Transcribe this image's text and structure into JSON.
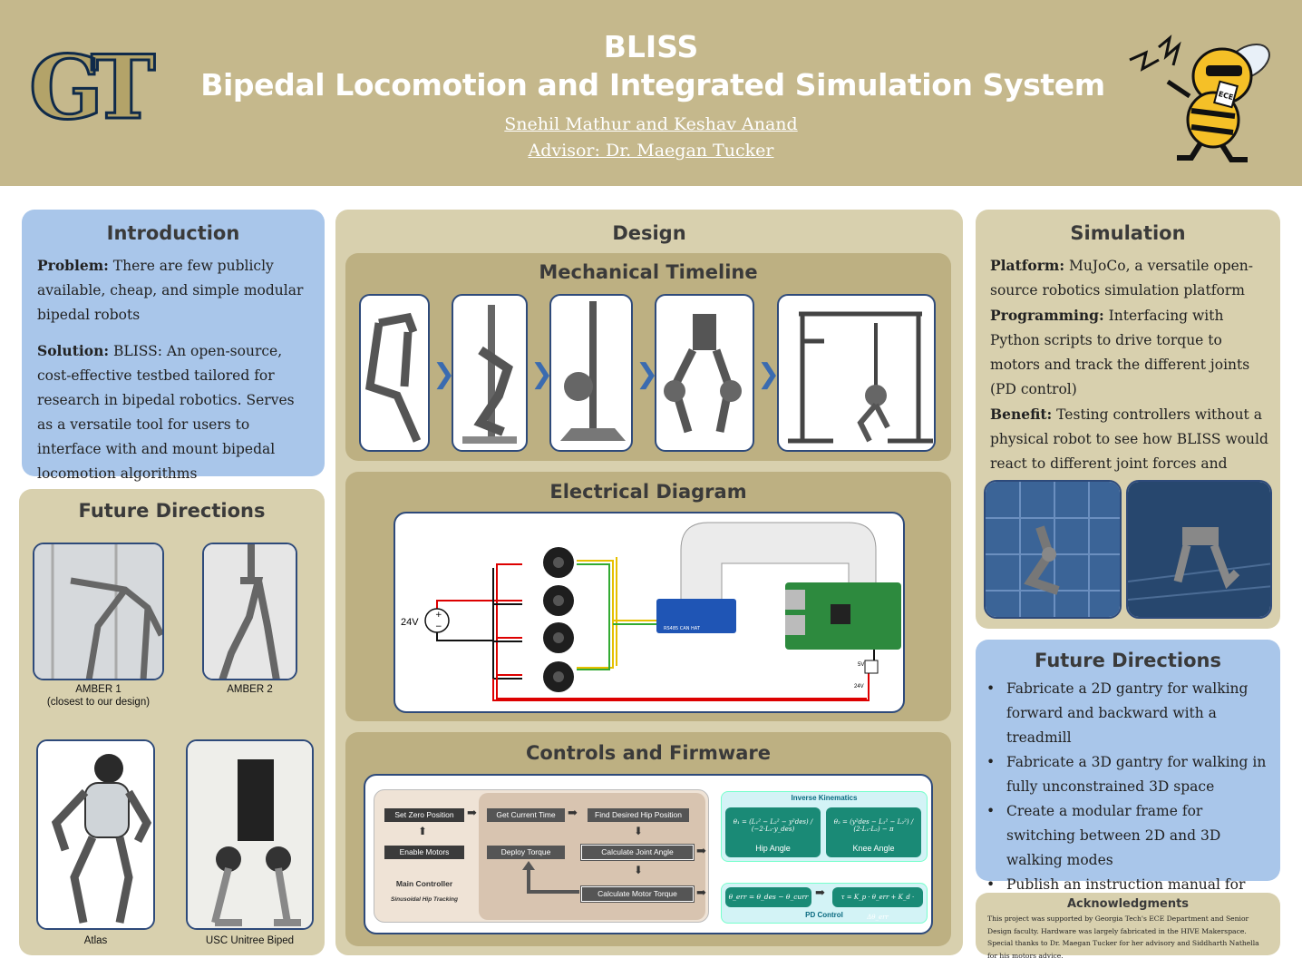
{
  "header": {
    "title": "BLISS",
    "subtitle": "Bipedal Locomotion and Integrated Simulation System",
    "authors": "Snehil Mathur and Keshav Anand",
    "advisor": "Advisor: Dr. Maegan Tucker",
    "logo_text": "GT",
    "mascot_badge": "ECE"
  },
  "introduction": {
    "heading": "Introduction",
    "problem_label": "Problem:",
    "problem_text": " There are few publicly available, cheap, and simple modular bipedal robots",
    "solution_label": "Solution:",
    "solution_text": " BLISS: An open-source, cost-effective testbed tailored for research in bipedal robotics. Serves as a versatile tool for users to interface with and mount bipedal locomotion algorithms"
  },
  "future_left": {
    "heading": "Future Directions",
    "robots": [
      {
        "name": "AMBER 1",
        "note": "(closest to our design)"
      },
      {
        "name": "AMBER 2",
        "note": ""
      },
      {
        "name": "Atlas",
        "note": ""
      },
      {
        "name": "USC Unitree Biped",
        "note": ""
      }
    ]
  },
  "design": {
    "heading": "Design",
    "mech_heading": "Mechanical Timeline",
    "elec_heading": "Electrical Diagram",
    "elec_voltage": "24V",
    "elec_hat_label": "RS485 CAN HAT",
    "elec_5v": "5V",
    "elec_24v": "24V",
    "controls_heading": "Controls and Firmware",
    "flow": {
      "set_zero": "Set Zero Position",
      "enable": "Enable Motors",
      "main_controller": "Main Controller",
      "main_sub": "Sinusoidal Hip Tracking",
      "get_time": "Get Current Time",
      "find_hip": "Find Desired Hip Position",
      "deploy": "Deploy Torque",
      "calc_joint": "Calculate Joint Angle",
      "calc_torque": "Calculate Motor Torque",
      "ik_title": "Inverse Kinematics",
      "hip_angle": "Hip Angle",
      "knee_angle": "Knee Angle",
      "pd_title": "PD Control",
      "eq_hip": "θ₁ = (L₁² − L₂² − y²des) / (−2·L₁·y_des)",
      "eq_knee": "θ₂ = (y²des − L₁² − L₂²) / (2·L₁·L₂) − π",
      "eq_err": "θ_err = θ_des − θ_curr",
      "eq_tau": "τ = K_p · θ_err + K_d · Δθ_err"
    }
  },
  "simulation": {
    "heading": "Simulation",
    "platform_label": "Platform:",
    "platform_text": " MuJoCo, a versatile open-source robotics simulation platform",
    "programming_label": "Programming:",
    "programming_text": " Interfacing with Python scripts to drive torque to motors and track the different joints (PD control)",
    "benefit_label": "Benefit:",
    "benefit_text": " Testing controllers without a physical robot to see how BLISS would react to different joint forces and trajectories."
  },
  "future_right": {
    "heading": "Future Directions",
    "items": [
      "Fabricate a 2D gantry for walking forward and backward with a treadmill",
      "Fabricate a 3D gantry for walking in fully unconstrained 3D space",
      "Create a modular frame for switching between 2D and 3D walking modes",
      "Publish an instruction manual for assembling and programming the robot"
    ]
  },
  "acknowledgments": {
    "heading": "Acknowledgments",
    "text": "This project was supported by Georgia Tech's ECE Department and Senior Design faculty. Hardware was largely fabricated in the HIVE Makerspace. Special thanks to Dr. Maegan Tucker for her advisory and Siddharth Nathella for his motors advice."
  },
  "colors": {
    "header": "#c5b88c",
    "blue_panel": "#a9c6ea",
    "tan_panel": "#d8d0ae",
    "olive_panel": "#bdb082",
    "card_border": "#2e4a7a",
    "ik_green": "#1a8a76"
  }
}
